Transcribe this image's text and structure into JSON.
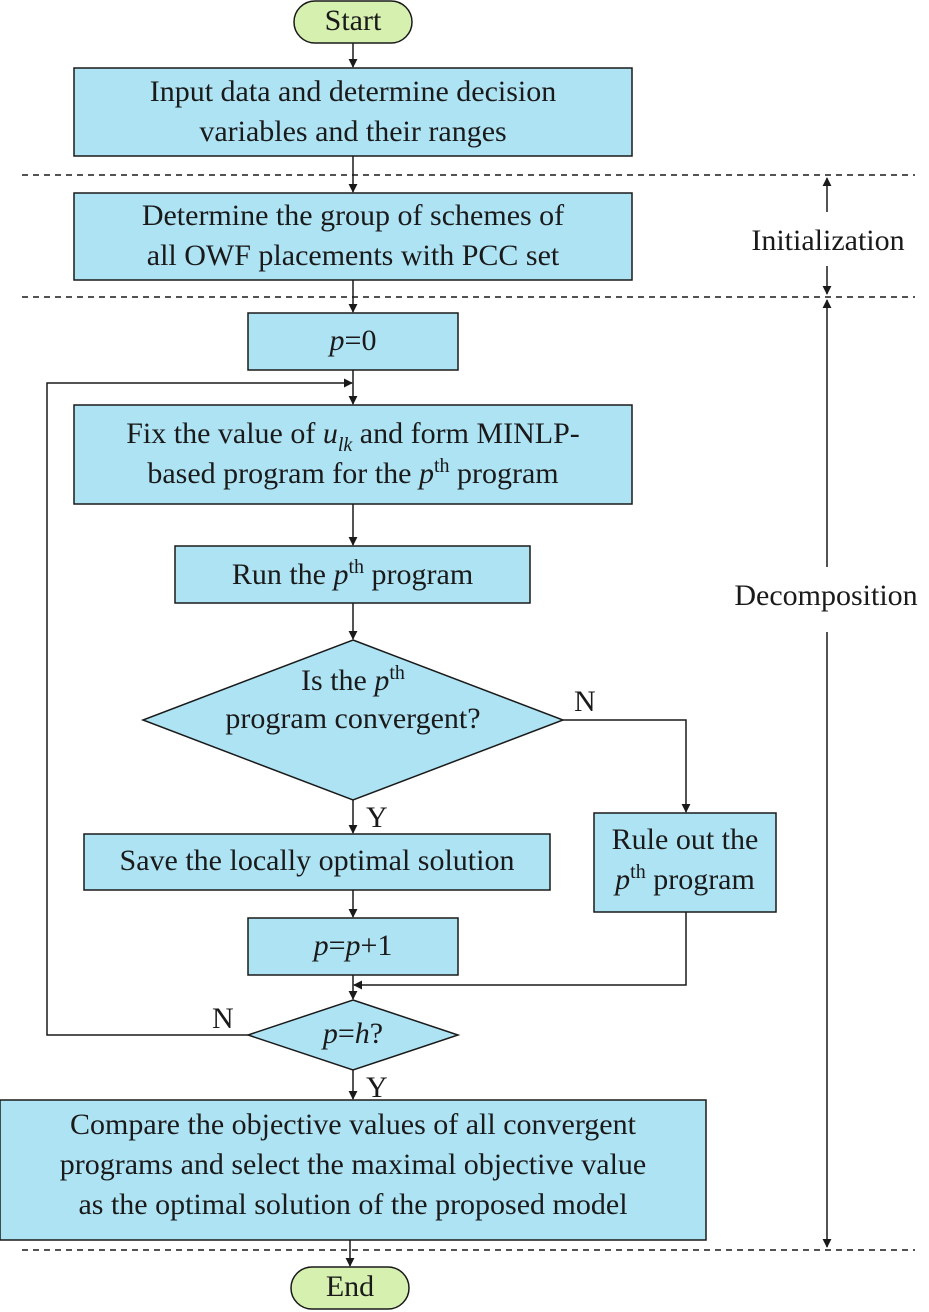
{
  "colors": {
    "box_fill": "#aee3f4",
    "terminal_fill": "#d6f0b0",
    "stroke": "#1a1a1a"
  },
  "nodes": {
    "start": "Start",
    "input": {
      "line1": "Input data and determine decision",
      "line2": "variables and their ranges"
    },
    "determine": {
      "line1": "Determine the group of schemes of",
      "line2": "all OWF placements with PCC set"
    },
    "init_p": {
      "var": "p",
      "rest": "=0"
    },
    "fix": {
      "line1_pre": "Fix the value of ",
      "var": "u",
      "sub": "lk",
      "line1_post": " and form MINLP-",
      "line2_pre": "based program for the ",
      "p": "p",
      "sup": "th",
      "line2_post": " program"
    },
    "run": {
      "pre": "Run the ",
      "p": "p",
      "sup": "th",
      "post": " program"
    },
    "converge": {
      "line1_pre": "Is the ",
      "p": "p",
      "sup": "th",
      "line2": "program convergent?"
    },
    "rule_out": {
      "line1": "Rule out the",
      "p": "p",
      "sup": "th",
      "line2_post": " program"
    },
    "save": "Save the locally optimal solution",
    "increment": {
      "p1": "p",
      "eq": "=",
      "p2": "p",
      "rest": "+1"
    },
    "check": {
      "p": "p",
      "eq": "=",
      "h": "h",
      "q": "?"
    },
    "compare": {
      "line1": "Compare the objective values of all convergent",
      "line2": "programs and select the maximal objective value",
      "line3": "as the optimal solution of the proposed model"
    },
    "end": "End"
  },
  "edge_labels": {
    "converge_no": "N",
    "converge_yes": "Y",
    "check_no": "N",
    "check_yes": "Y"
  },
  "phases": {
    "initialization": "Initialization",
    "decomposition": "Decomposition"
  }
}
